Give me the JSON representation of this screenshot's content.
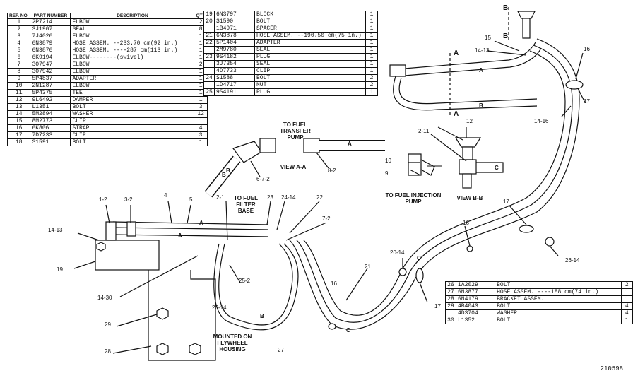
{
  "headers": {
    "ref": "REF. NO.",
    "part": "PART NUMBER",
    "desc": "DESCRIPTION",
    "qty": "QTY"
  },
  "parts_left": [
    {
      "ref": "1",
      "part": "2P7214",
      "desc": "ELBOW",
      "qty": "2"
    },
    {
      "ref": "2",
      "part": "3J1907",
      "desc": "SEAL",
      "qty": "8"
    },
    {
      "ref": "3",
      "part": "7J4026",
      "desc": "ELBOW",
      "qty": "1"
    },
    {
      "ref": "4",
      "part": "6N3879",
      "desc": "HOSE ASSEM. --233.70 cm(92 in.)",
      "qty": "1"
    },
    {
      "ref": "5",
      "part": "6N3876",
      "desc": "HOSE ASSEM. ----287 cm(113 in.)",
      "qty": "1"
    },
    {
      "ref": "6",
      "part": "6K9194",
      "desc": "ELBOW--------(swivel)",
      "qty": "1"
    },
    {
      "ref": "7",
      "part": "3O7947",
      "desc": "ELBOW",
      "qty": "2"
    },
    {
      "ref": "8",
      "part": "3O7942",
      "desc": "ELBOW",
      "qty": "1"
    },
    {
      "ref": "9",
      "part": "5P4837",
      "desc": "ADAPTER",
      "qty": "1"
    },
    {
      "ref": "10",
      "part": "2N1287",
      "desc": "ELBOW",
      "qty": "1"
    },
    {
      "ref": "11",
      "part": "5P4375",
      "desc": "TEE",
      "qty": "1"
    },
    {
      "ref": "12",
      "part": "9L6492",
      "desc": "DAMPER",
      "qty": "1"
    },
    {
      "ref": "13",
      "part": "L1351",
      "desc": "BOLT",
      "qty": "3"
    },
    {
      "ref": "14",
      "part": "5M2894",
      "desc": "WASHER",
      "qty": "12"
    },
    {
      "ref": "15",
      "part": "8M2773",
      "desc": "CLIP",
      "qty": "1"
    },
    {
      "ref": "16",
      "part": "6K806",
      "desc": "STRAP",
      "qty": "4"
    },
    {
      "ref": "17",
      "part": "7D7233",
      "desc": "CLIP",
      "qty": "3"
    },
    {
      "ref": "18",
      "part": "S1591",
      "desc": "BOLT",
      "qty": "1"
    }
  ],
  "parts_top": [
    {
      "ref": "19",
      "part": "6N3797",
      "desc": "BLOCK",
      "qty": "1"
    },
    {
      "ref": "20",
      "part": "S1590",
      "desc": "BOLT",
      "qty": "1"
    },
    {
      "ref": "",
      "part": "1B4971",
      "desc": "SPACER",
      "qty": "1"
    },
    {
      "ref": "21",
      "part": "6N3878",
      "desc": "HOSE ASSEM. --190.50 cm(75 in.)",
      "qty": "1"
    },
    {
      "ref": "22",
      "part": "5P1404",
      "desc": "ADAPTER",
      "qty": "1"
    },
    {
      "ref": "",
      "part": "2M9780",
      "desc": "SEAL",
      "qty": "1"
    },
    {
      "ref": "23",
      "part": "9S4182",
      "desc": "PLUG",
      "qty": "1"
    },
    {
      "ref": "",
      "part": "3J7354",
      "desc": "SEAL",
      "qty": "1"
    },
    {
      "ref": "",
      "part": "4D7733",
      "desc": "CLIP",
      "qty": "1"
    },
    {
      "ref": "24",
      "part": "S1588",
      "desc": "BOLT",
      "qty": "2"
    },
    {
      "ref": "",
      "part": "1D4717",
      "desc": "NUT",
      "qty": "2"
    },
    {
      "ref": "25",
      "part": "9S4191",
      "desc": "PLUG",
      "qty": "1"
    }
  ],
  "parts_bottom": [
    {
      "ref": "26",
      "part": "1A2029",
      "desc": "BOLT",
      "qty": "2"
    },
    {
      "ref": "27",
      "part": "6N3877",
      "desc": "HOSE ASSEM. ----188 cm(74 in.)",
      "qty": "1"
    },
    {
      "ref": "28",
      "part": "6N4179",
      "desc": "BRACKET ASSEM.",
      "qty": "1"
    },
    {
      "ref": "29",
      "part": "4B4043",
      "desc": "BOLT",
      "qty": "4"
    },
    {
      "ref": "",
      "part": "4D3704",
      "desc": "WASHER",
      "qty": "4"
    },
    {
      "ref": "30",
      "part": "L1352",
      "desc": "BOLT",
      "qty": "1"
    }
  ],
  "captions": {
    "to_fuel_transfer_pump": "TO FUEL TRANSFER PUMP",
    "view_a_a": "VIEW A-A",
    "to_fuel_injection_pump": "TO FUEL INJECTION PUMP",
    "view_b_b": "VIEW B-B",
    "to_fuel_filter_base": "TO FUEL FILTER BASE",
    "mounted_on_flywheel_housing": "MOUNTED ON FLYWHEEL HOUSING"
  },
  "callouts": [
    "1-2",
    "3-2",
    "4",
    "5",
    "2-1",
    "23",
    "24-14",
    "22",
    "7-2",
    "14-13",
    "19",
    "14-30",
    "26-14",
    "25-2",
    "29",
    "28",
    "27",
    "16",
    "20-14",
    "21",
    "17",
    "26-14",
    "16",
    "17",
    "14-16",
    "17",
    "16",
    "15",
    "14-13",
    "2-11",
    "12",
    "10",
    "9",
    "6-7-2",
    "8-2"
  ],
  "hose_letters": [
    "A",
    "A",
    "B",
    "B",
    "C",
    "C",
    "A",
    "B",
    "A",
    "B",
    "C"
  ],
  "section_markers": [
    "A",
    "A",
    "B",
    "B"
  ],
  "figure_number": "210598"
}
